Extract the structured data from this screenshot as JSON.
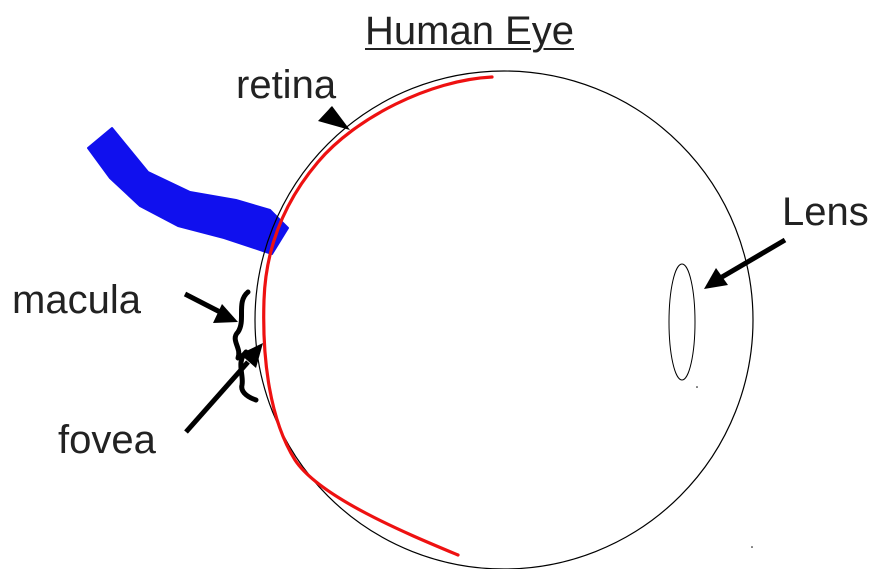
{
  "diagram": {
    "title": "Human Eye",
    "labels": {
      "retina": "retina",
      "lens": "Lens",
      "macula": "macula",
      "fovea": "fovea"
    },
    "colors": {
      "retina_line": "#ee1111",
      "optic_nerve": "#1010ee",
      "outline": "#000000",
      "text": "#222222"
    }
  }
}
